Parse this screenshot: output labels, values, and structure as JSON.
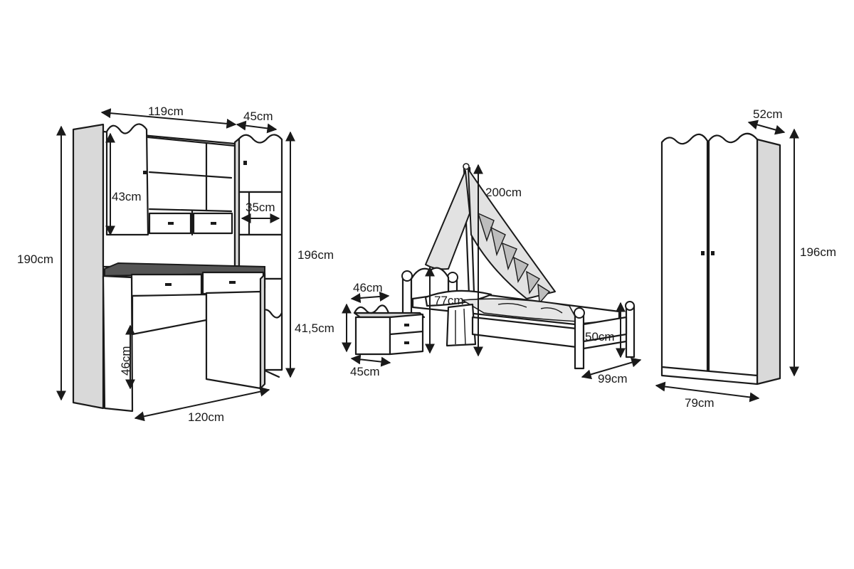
{
  "desk": {
    "width_top": "119cm",
    "depth_cabinet": "45cm",
    "height_total": "190cm",
    "shelf_height": "43cm",
    "shelf_depth": "35cm",
    "height_cabinet": "196cm",
    "knee_height": "46cm",
    "width_bottom": "120cm"
  },
  "nightstand": {
    "depth": "46cm",
    "height": "41,5cm",
    "width": "45cm"
  },
  "bed": {
    "canopy_height": "200cm",
    "headboard_height": "77cm",
    "side_height": "50cm",
    "width": "99cm"
  },
  "wardrobe": {
    "depth": "52cm",
    "height": "196cm",
    "width": "79cm"
  }
}
